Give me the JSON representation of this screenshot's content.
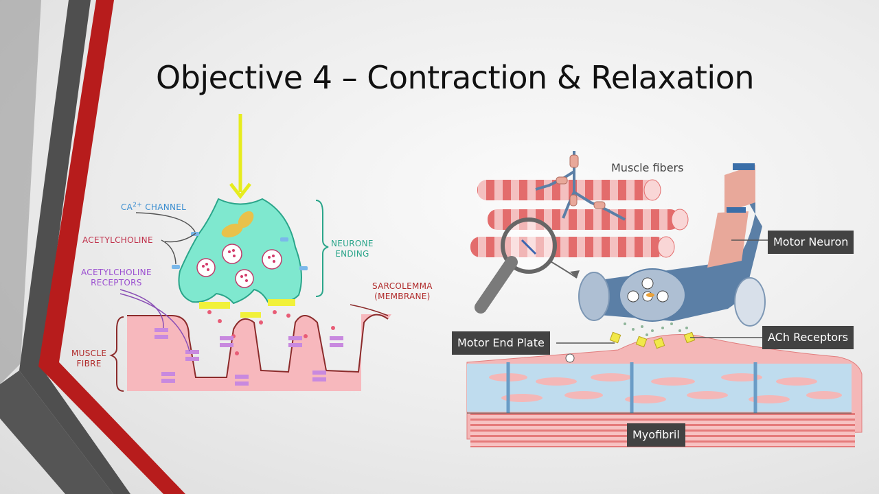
{
  "slide": {
    "title": "Objective 4 – Contraction & Relaxation"
  },
  "left_diagram": {
    "labels": {
      "ca_channel_prefix": "Ca",
      "ca_channel_sup": "2+",
      "ca_channel_suffix": " CHANNEL",
      "acetylcholine": "ACETYLCHOLINE",
      "ach_receptors_line1": "ACETYLCHOLINE",
      "ach_receptors_line2": "RECEPTORS",
      "neurone_ending_line1": "NEURONE",
      "neurone_ending_line2": "ENDING",
      "sarcolemma_line1": "SARCOLEMMA",
      "sarcolemma_line2": "(MEMBRANE)",
      "muscle_fibre_line1": "MUSCLE",
      "muscle_fibre_line2": "FIBRE"
    }
  },
  "right_diagram": {
    "labels": {
      "muscle_fibers": "Muscle fibers",
      "motor_neuron": "Motor Neuron",
      "motor_end_plate": "Motor End Plate",
      "ach_receptors": "ACh Receptors",
      "myofibril": "Myofibril"
    }
  },
  "colors": {
    "stripe_red": "#b71c1c",
    "stripe_gray": "#555555",
    "neuron_teal": "#7fe8cf",
    "muscle_pink": "#f7b8bd",
    "arrow_yellow": "#e6ec1e",
    "neuron_blue": "#5b7fa6",
    "label_box": "#424242"
  }
}
